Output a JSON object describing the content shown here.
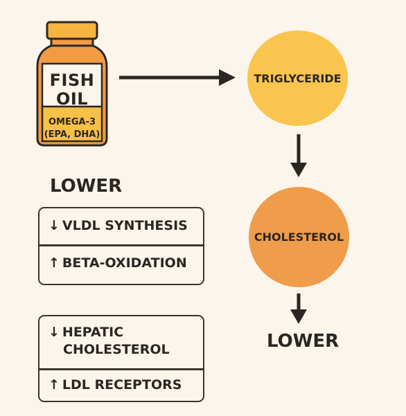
{
  "bottle": {
    "title_line1": "FISH",
    "title_line2": "OIL",
    "sub_line1": "OMEGA-3",
    "sub_line2": "(EPA, DHA)"
  },
  "nodes": {
    "triglyceride": "TRIGLYCERIDE",
    "cholesterol": "CHOLESTEROL"
  },
  "labels": {
    "lower_left": "LOWER",
    "lower_right": "LOWER"
  },
  "box1": {
    "row1_arrow": "↓",
    "row1_text": "VLDL SYNTHESIS",
    "row2_arrow": "↑",
    "row2_text": "BETA-OXIDATION"
  },
  "box2": {
    "row1_arrow": "↓",
    "row1_text_line1": "HEPATIC",
    "row1_text_line2": "CHOLESTEROL",
    "row2_arrow": "↑",
    "row2_text": "LDL RECEPTORS"
  },
  "colors": {
    "background": "#fbf5ec",
    "bottle_orange": "#f29b45",
    "bottle_cap": "#f7b43f",
    "triglyceride_circle": "#f9c54e",
    "cholesterol_circle": "#ef9c4b",
    "ink": "#2a2622"
  }
}
